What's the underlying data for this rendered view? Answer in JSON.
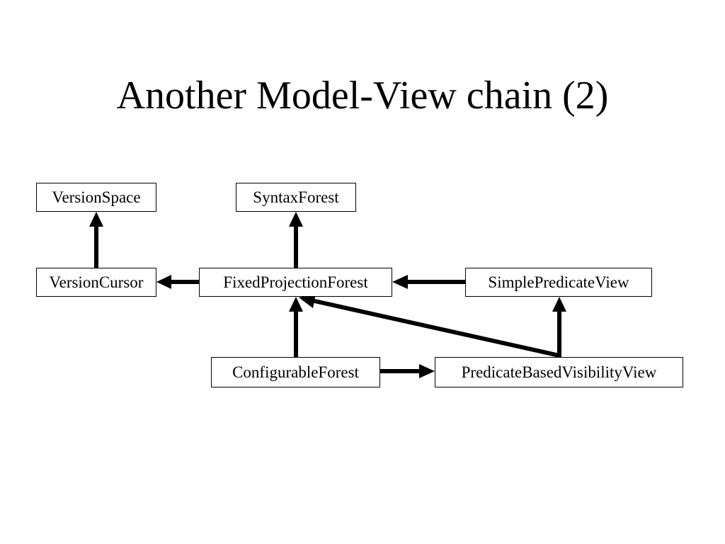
{
  "slide": {
    "title": "Another Model-View chain (2)"
  },
  "diagram": {
    "nodes": {
      "version_space": "VersionSpace",
      "syntax_forest": "SyntaxForest",
      "version_cursor": "VersionCursor",
      "fixed_projection_forest": "FixedProjectionForest",
      "simple_predicate_view": "SimplePredicateView",
      "configurable_forest": "ConfigurableForest",
      "predicate_based_visibility_view": "PredicateBasedVisibilityView"
    },
    "edges": [
      {
        "from": "VersionCursor",
        "to": "VersionSpace"
      },
      {
        "from": "FixedProjectionForest",
        "to": "SyntaxForest"
      },
      {
        "from": "FixedProjectionForest",
        "to": "VersionCursor"
      },
      {
        "from": "SimplePredicateView",
        "to": "FixedProjectionForest"
      },
      {
        "from": "ConfigurableForest",
        "to": "FixedProjectionForest"
      },
      {
        "from": "ConfigurableForest",
        "to": "PredicateBasedVisibilityView"
      },
      {
        "from": "PredicateBasedVisibilityView",
        "to": "FixedProjectionForest"
      },
      {
        "from": "PredicateBasedVisibilityView",
        "to": "SimplePredicateView"
      }
    ],
    "colors": {
      "line": "#000000",
      "background": "#ffffff"
    }
  }
}
